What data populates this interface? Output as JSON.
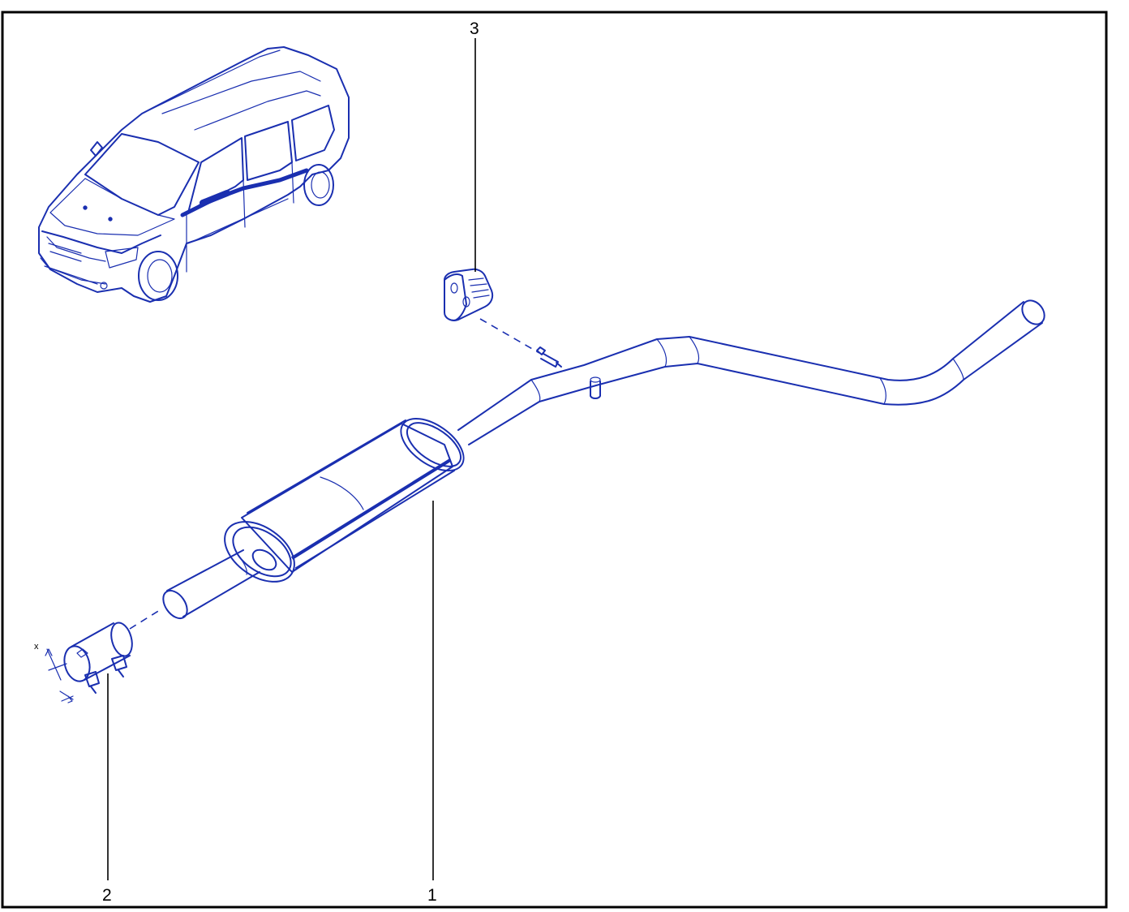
{
  "diagram": {
    "callouts": [
      {
        "id": "1",
        "label": "1"
      },
      {
        "id": "2",
        "label": "2"
      },
      {
        "id": "3",
        "label": "3"
      }
    ],
    "dimension_label": "x",
    "colors": {
      "ink": "#1a2fb0",
      "frame": "#000000",
      "background": "#ffffff"
    }
  }
}
